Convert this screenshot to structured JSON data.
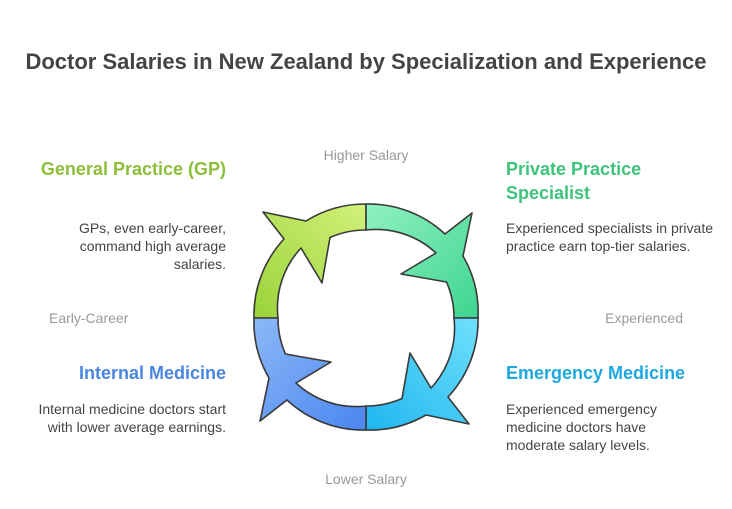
{
  "title": "Doctor Salaries in New Zealand by Specialization and Experience",
  "axes": {
    "top": "Higher Salary",
    "bottom": "Lower Salary",
    "left": "Early-Career",
    "right": "Experienced"
  },
  "quadrants": {
    "general_practice": {
      "heading": "General Practice (GP)",
      "description": "GPs, even early-career, command high average salaries.",
      "color": "#8dbf3a",
      "fill": "#b9e664"
    },
    "private_practice": {
      "heading": "Private Practice Specialist",
      "description": "Experienced specialists in private practice earn top-tier salaries.",
      "color": "#3ec47a",
      "fill": "#6fe3a8"
    },
    "internal_medicine": {
      "heading": "Internal Medicine",
      "description": "Internal medicine doctors start with lower average earnings.",
      "color": "#4a86e0",
      "fill": "#6fa0f0"
    },
    "emergency_medicine": {
      "heading": "Emergency Medicine",
      "description": "Experienced emergency medicine doctors have moderate salary levels.",
      "color": "#1da9e0",
      "fill": "#4ccaf5"
    }
  }
}
